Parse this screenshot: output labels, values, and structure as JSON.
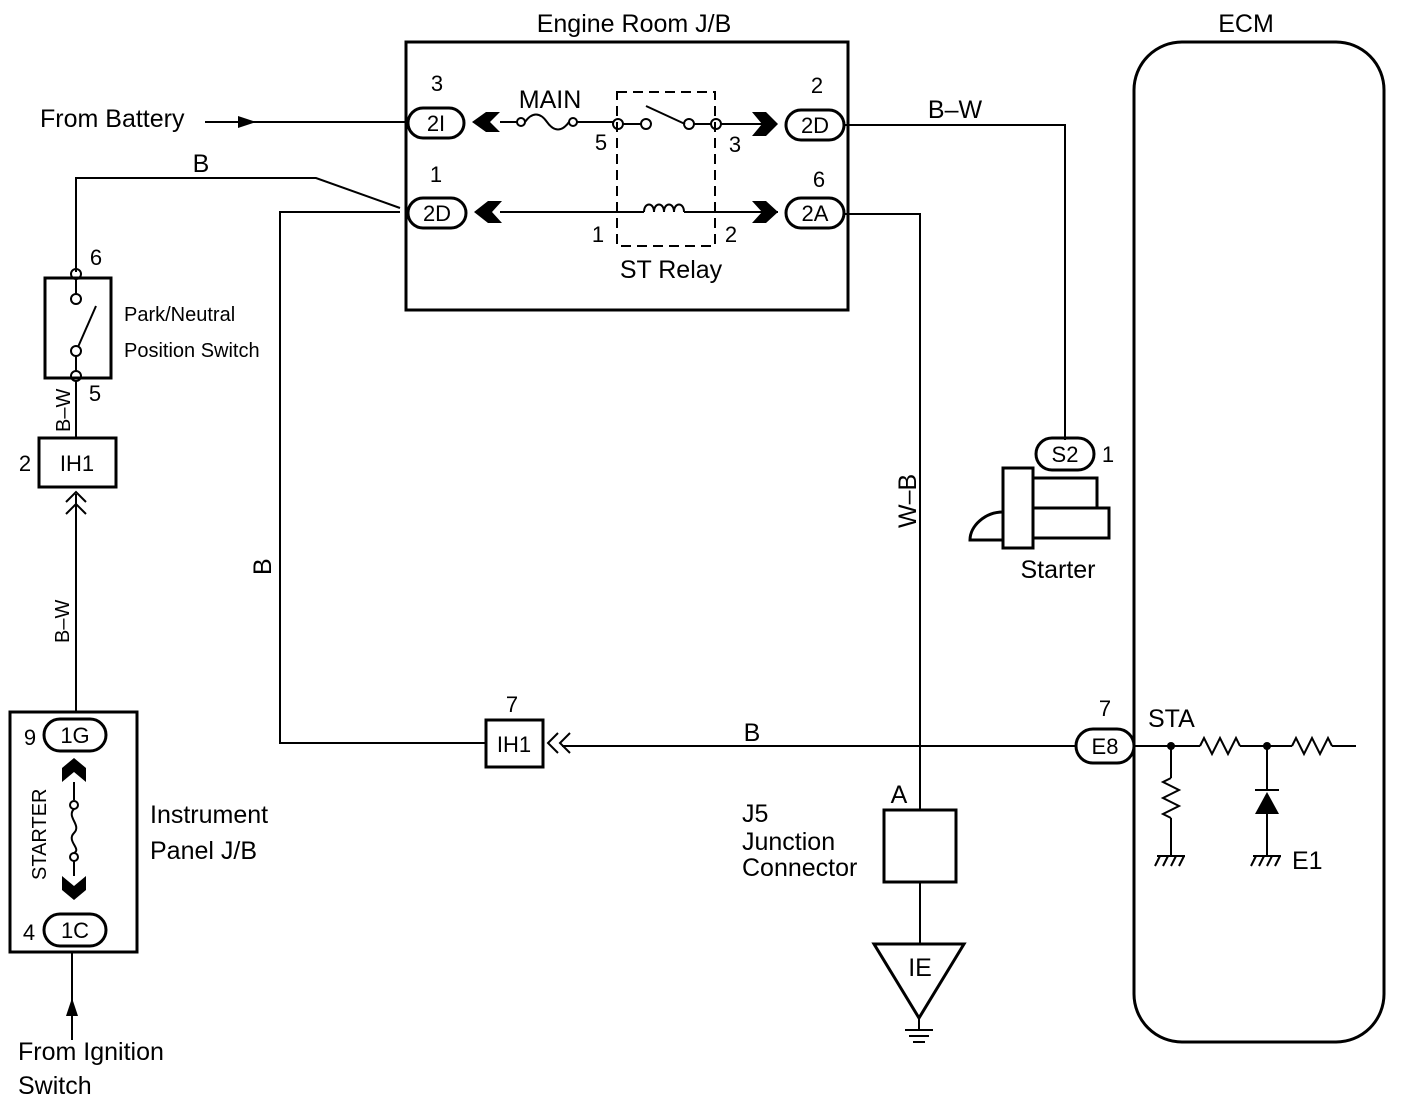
{
  "labels": {
    "engine_room_jb": "Engine Room J/B",
    "ecm": "ECM",
    "from_battery": "From Battery",
    "main_fuse": "MAIN",
    "st_relay": "ST Relay",
    "park_neutral_1": "Park/Neutral",
    "park_neutral_2": "Position Switch",
    "starter": "Starter",
    "instrument_panel_1": "Instrument",
    "instrument_panel_2": "Panel J/B",
    "starter_fuse": "STARTER",
    "junction_1": "J5",
    "junction_2": "Junction",
    "junction_3": "Connector",
    "junction_pin": "A",
    "ground": "IE",
    "from_ignition_1": "From  Ignition",
    "from_ignition_2": "Switch",
    "sta": "STA",
    "e1": "E1"
  },
  "connectors": {
    "c2i": "2I",
    "c2d_top": "2D",
    "c2d_right": "2D",
    "c2d_left": "2D",
    "c2a": "2A",
    "ih1_top": "IH1",
    "ih1_mid": "IH1",
    "c1g": "1G",
    "c1c": "1C",
    "s2": "S2",
    "e8": "E8"
  },
  "pins": {
    "p2i": "3",
    "p2d_top": "2",
    "p2d_left": "1",
    "p2a": "6",
    "relay_5": "5",
    "relay_3": "3",
    "relay_1": "1",
    "relay_2": "2",
    "pn_6": "6",
    "pn_5": "5",
    "ih1_top": "2",
    "ih1_mid": "7",
    "c1g": "9",
    "c1c": "4",
    "s2": "1",
    "e8": "7"
  },
  "wires": {
    "b_w_top": "B–W",
    "b_top": "B",
    "b_w_pn": "B–W",
    "b_w_lower": "B–W",
    "b_vertical": "B",
    "w_b": "W–B",
    "b_bottom": "B"
  }
}
